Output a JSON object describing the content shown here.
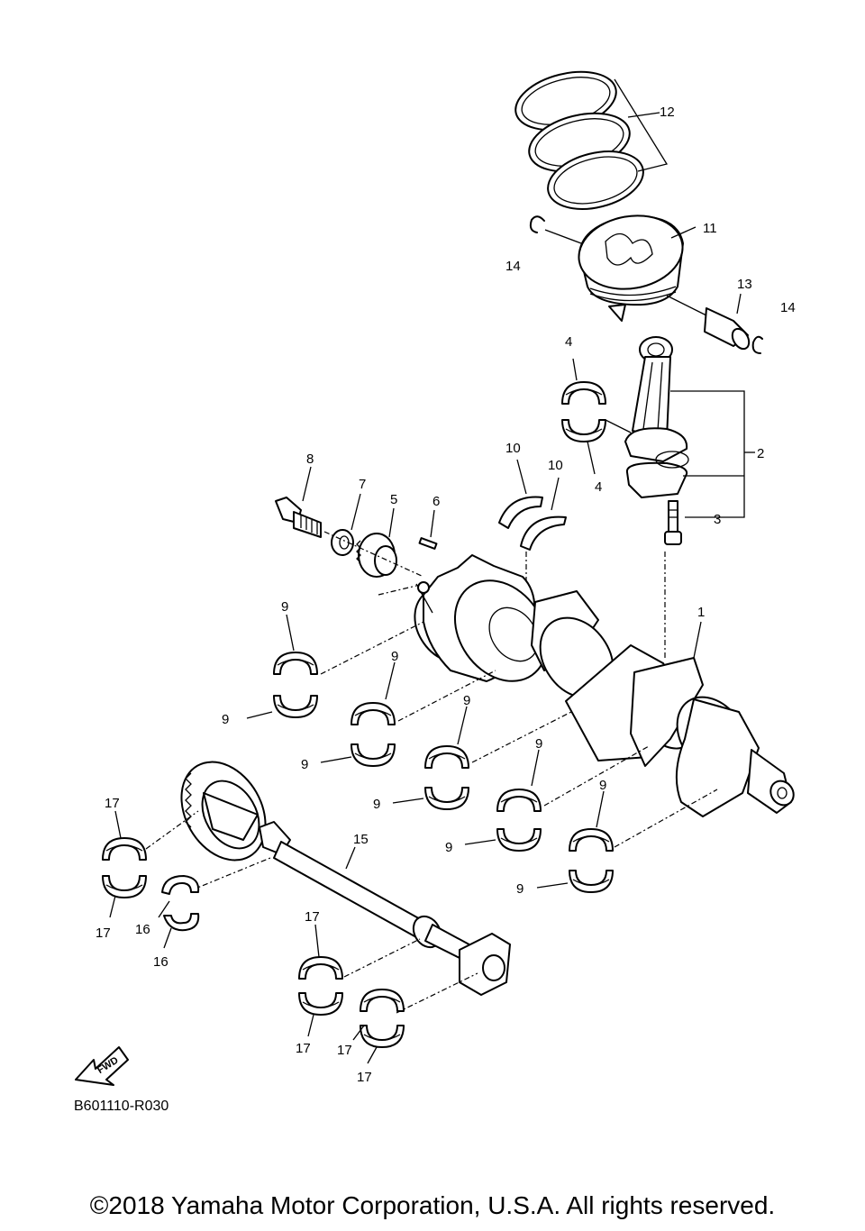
{
  "diagram": {
    "id_label": "B601110-R030",
    "fwd_label": "FWD",
    "callouts": {
      "c1": "1",
      "c2": "2",
      "c3": "3",
      "c4a": "4",
      "c4b": "4",
      "c5": "5",
      "c6": "6",
      "c7": "7",
      "c8": "8",
      "c9_01": "9",
      "c9_02": "9",
      "c9_03": "9",
      "c9_04": "9",
      "c9_05": "9",
      "c9_06": "9",
      "c9_07": "9",
      "c9_08": "9",
      "c9_09": "9",
      "c9_10": "9",
      "c10a": "10",
      "c10b": "10",
      "c11": "11",
      "c12": "12",
      "c13": "13",
      "c14a": "14",
      "c14b": "14",
      "c15": "15",
      "c16a": "16",
      "c16b": "16",
      "c17_1": "17",
      "c17_2": "17",
      "c17_3": "17",
      "c17_4": "17",
      "c17_5": "17",
      "c17_6": "17"
    }
  },
  "footer": {
    "copyright": "©2018 Yamaha Motor Corporation, U.S.A. All rights reserved."
  }
}
